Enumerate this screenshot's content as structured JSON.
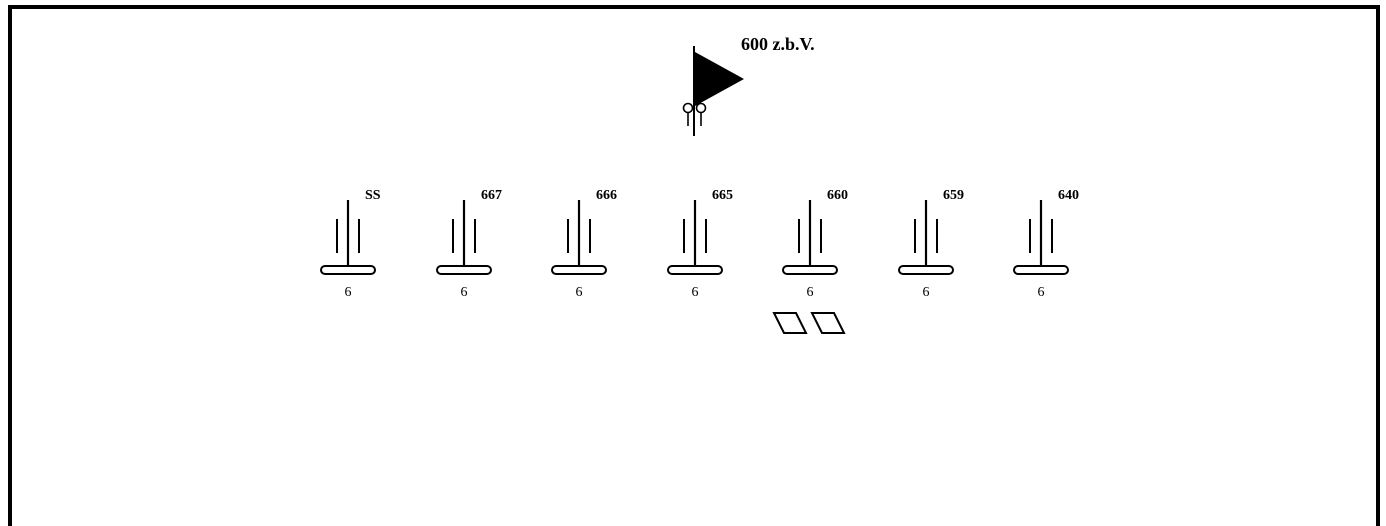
{
  "headquarters": {
    "label": "600  z.b.V.",
    "symbol": "command-flag-icon"
  },
  "units": [
    {
      "label": "SS",
      "strength": "6",
      "symbol": "unit-symbol-icon"
    },
    {
      "label": "667",
      "strength": "6",
      "symbol": "unit-symbol-icon"
    },
    {
      "label": "666",
      "strength": "6",
      "symbol": "unit-symbol-icon"
    },
    {
      "label": "665",
      "strength": "6",
      "symbol": "unit-symbol-icon"
    },
    {
      "label": "660",
      "strength": "6",
      "symbol": "unit-symbol-icon",
      "attachments": [
        "vehicle-icon",
        "vehicle-icon"
      ]
    },
    {
      "label": "659",
      "strength": "6",
      "symbol": "unit-symbol-icon"
    },
    {
      "label": "640",
      "strength": "6",
      "symbol": "unit-symbol-icon"
    }
  ],
  "colors": {
    "ink": "#000000",
    "background": "#ffffff"
  }
}
